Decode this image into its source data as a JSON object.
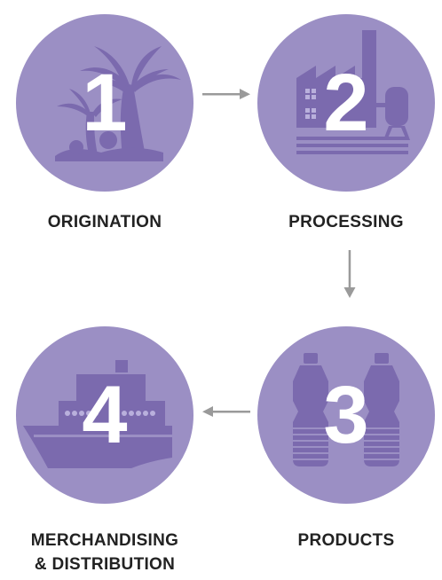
{
  "steps": [
    {
      "number": "1",
      "label": "ORIGINATION",
      "icon": "palm-tree-icon"
    },
    {
      "number": "2",
      "label": "PROCESSING",
      "icon": "factory-icon"
    },
    {
      "number": "3",
      "label": "PRODUCTS",
      "icon": "bottles-icon"
    },
    {
      "number": "4",
      "label_line1": "MERCHANDISING",
      "label_line2": "& DISTRIBUTION",
      "icon": "ship-icon"
    }
  ],
  "colors": {
    "circle": "#9b8fc4",
    "icon": "#7b6aae",
    "number": "#ffffff",
    "arrow": "#9a9a9a",
    "label": "#222222"
  }
}
